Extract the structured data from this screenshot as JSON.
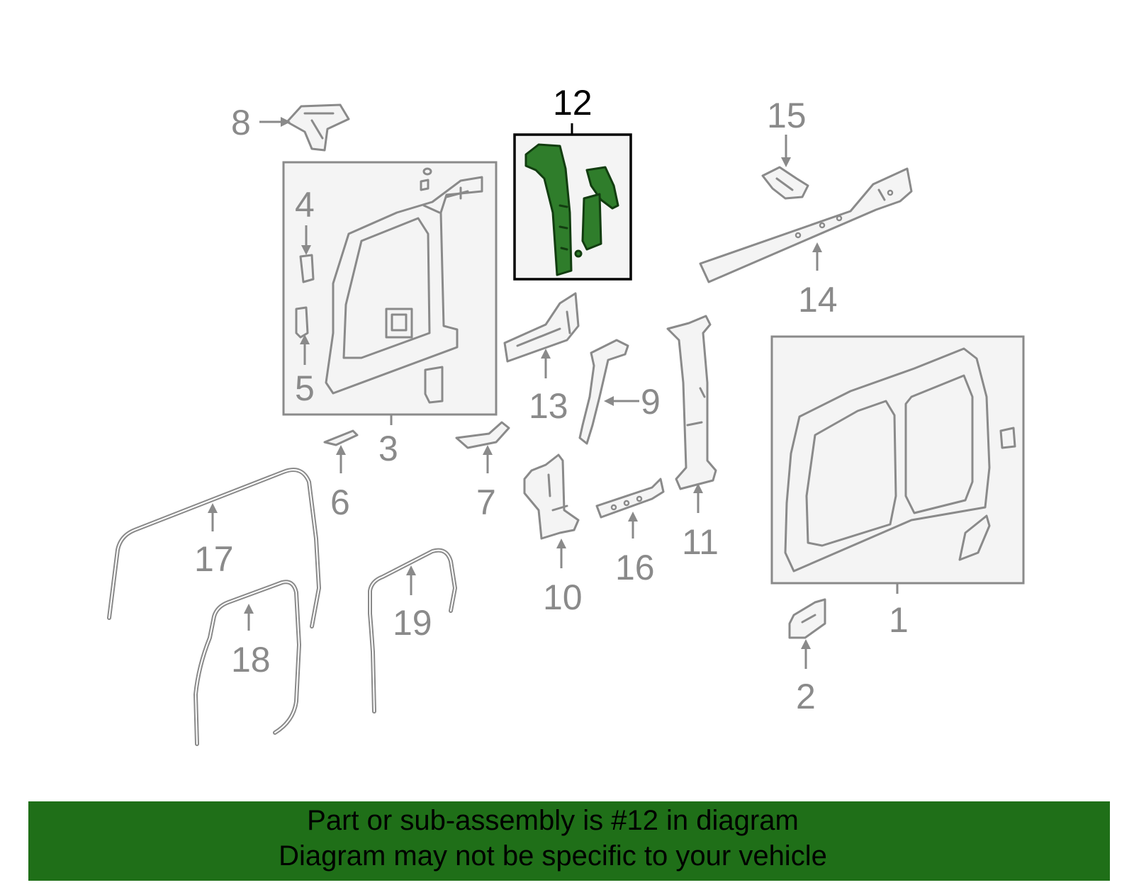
{
  "callouts": {
    "c1": "1",
    "c2": "2",
    "c3": "3",
    "c4": "4",
    "c5": "5",
    "c6": "6",
    "c7": "7",
    "c8": "8",
    "c9": "9",
    "c10": "10",
    "c11": "11",
    "c12": "12",
    "c13": "13",
    "c14": "14",
    "c15": "15",
    "c16": "16",
    "c17": "17",
    "c18": "18",
    "c19": "19"
  },
  "highlighted_part": "12",
  "colors": {
    "highlight_part": "#2f7d2b",
    "banner": "#1f6f18",
    "linework": "#8a8a8a"
  },
  "banner": {
    "line1": "Part or sub-assembly is #12 in diagram",
    "line2": "Diagram may not be specific to your vehicle"
  }
}
